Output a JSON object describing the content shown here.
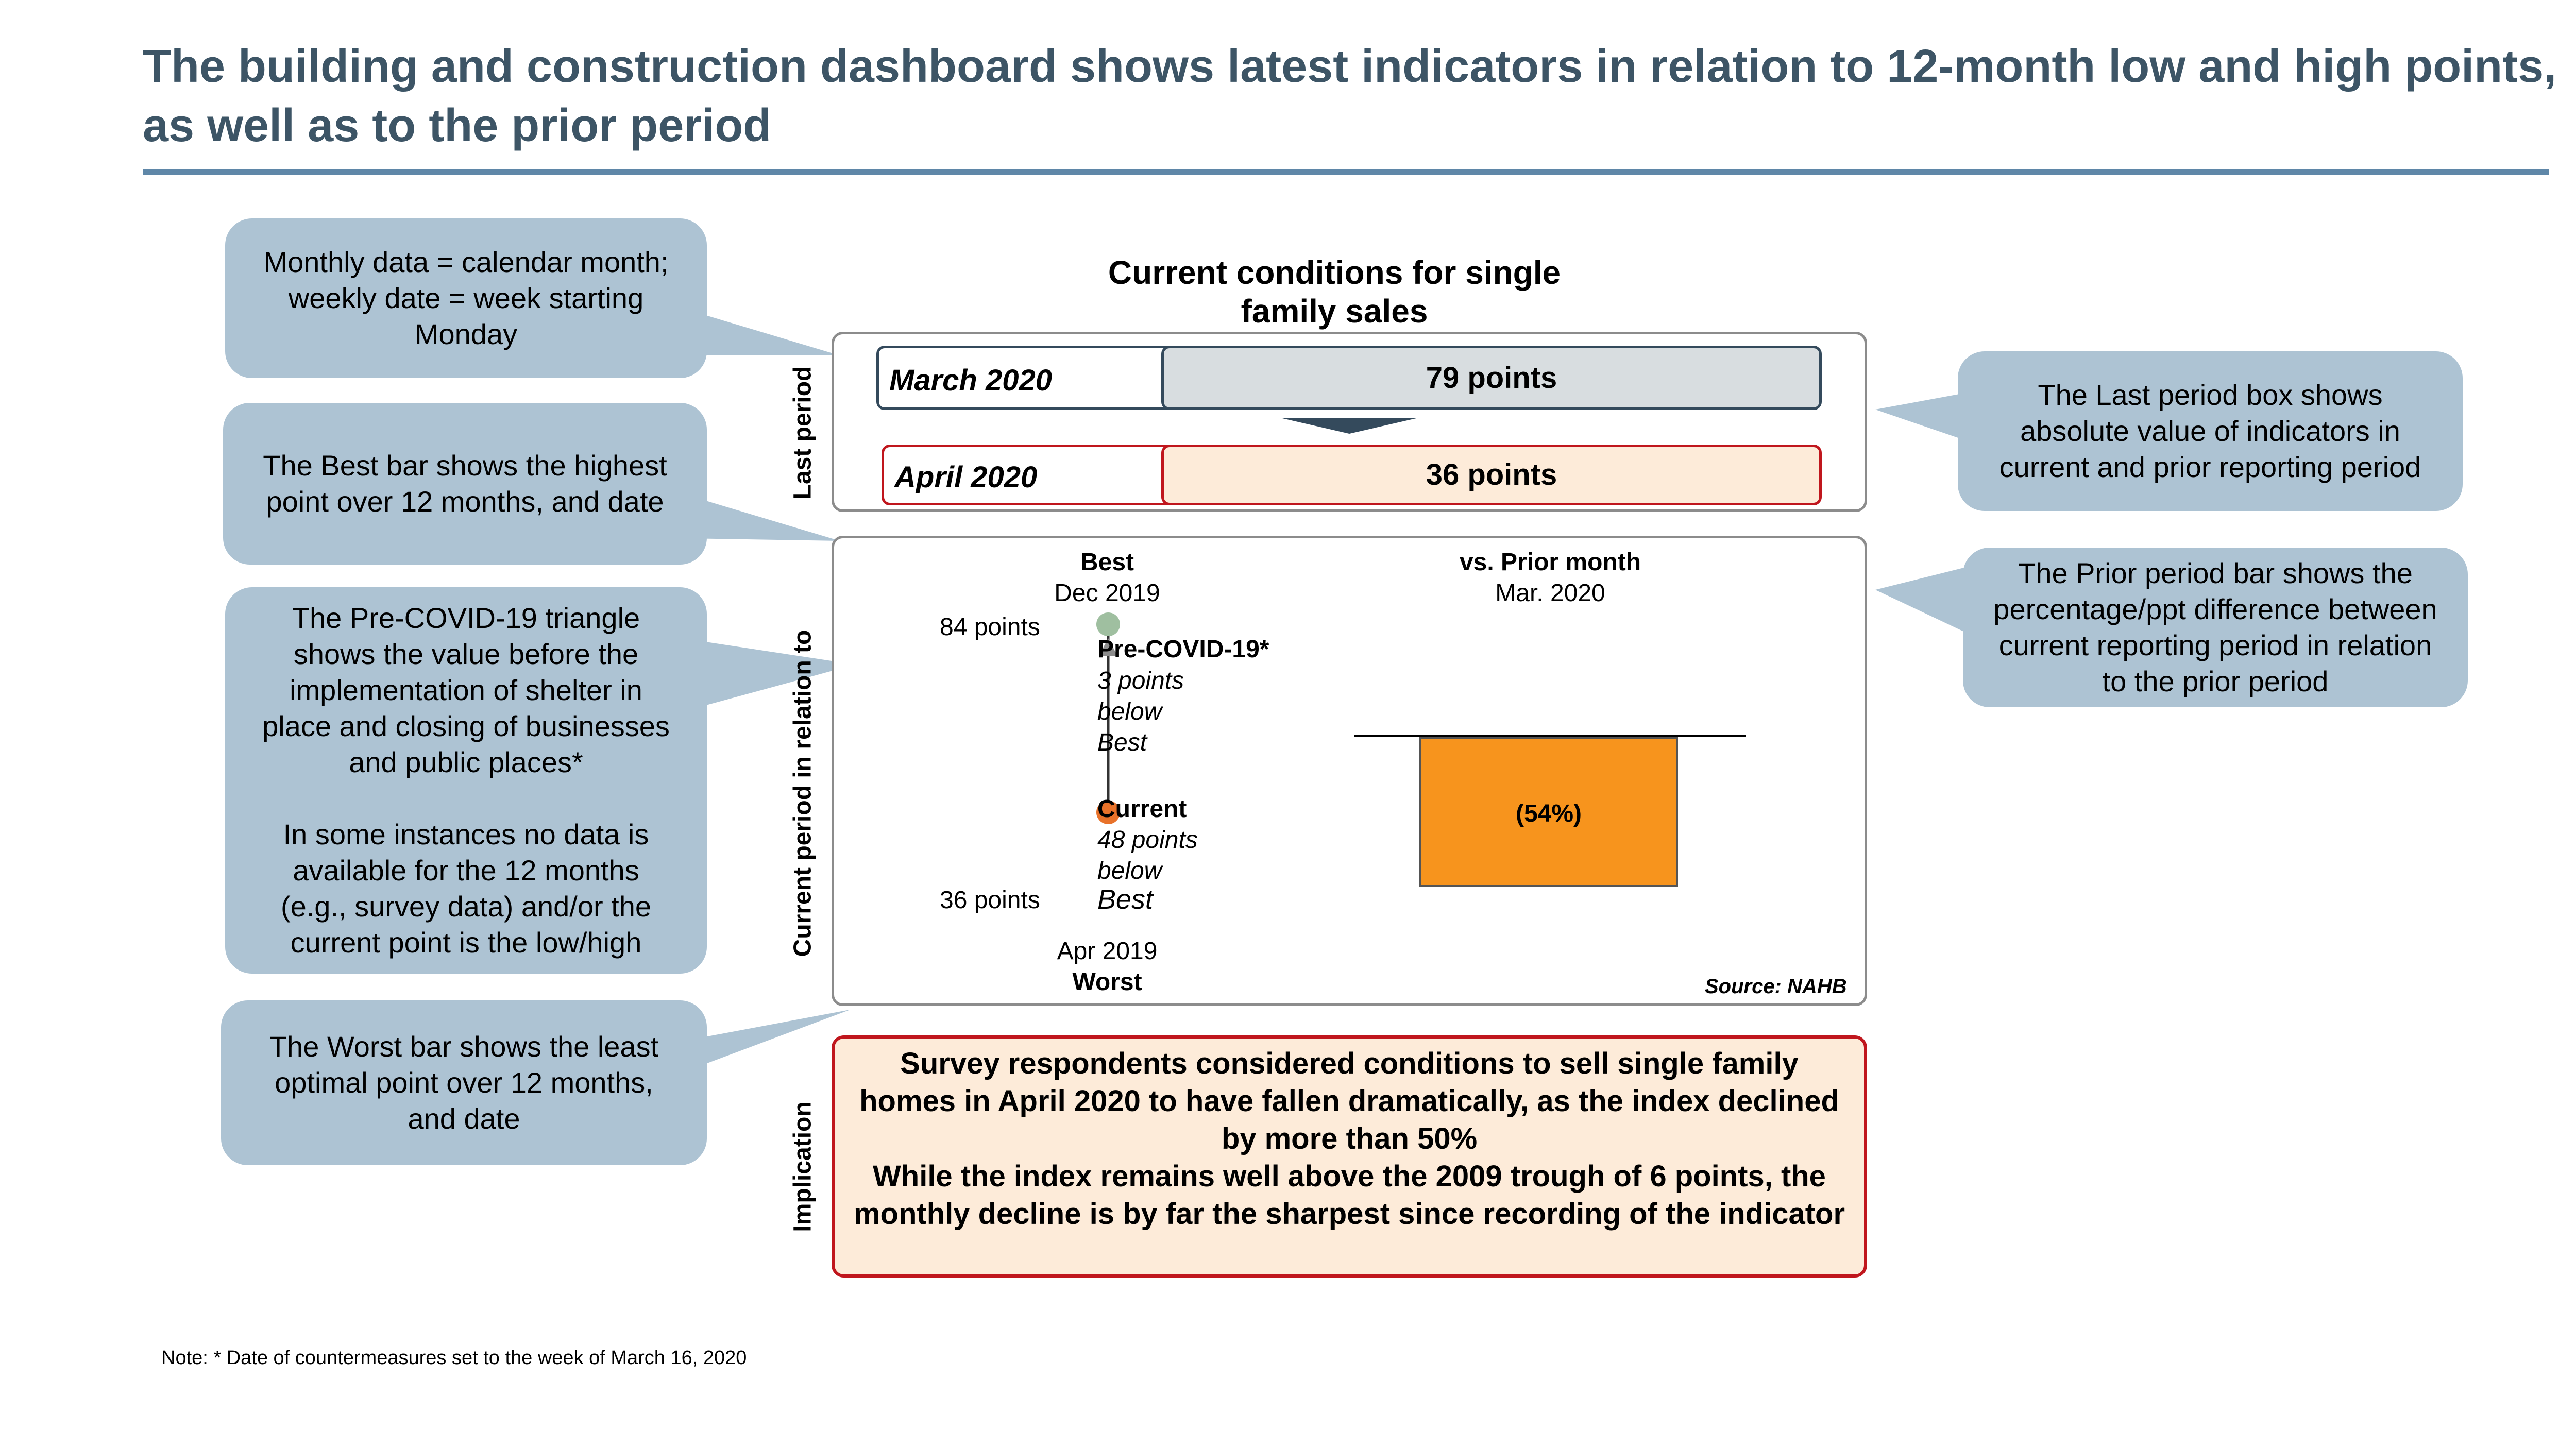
{
  "title": "The building and construction dashboard shows latest indicators in relation to 12-month low and high points, as well as to the prior period",
  "colors": {
    "title": "#3d5566",
    "callout": "#adc3d3",
    "prior_box_fill": "#d8dde0",
    "current_box_fill": "#fdebd9",
    "current_box_border": "#c0161d",
    "best_marker": "#9fbfa0",
    "current_marker": "#e8722a",
    "change_bar": "#f7941d",
    "arrow": "#344a5c"
  },
  "callouts": {
    "monthly": "Monthly data = calendar month;\nweekly date = week starting\nMonday",
    "best": "The Best bar shows the highest\npoint over 12 months, and date",
    "precovid": "The Pre-COVID-19 triangle\nshows the value before the\nimplementation of shelter in\nplace and closing of businesses\nand public places*\n\nIn some instances no data is\navailable for the 12 months\n(e.g., survey data) and/or the\ncurrent point is the low/high",
    "worst": "The Worst bar shows the least\noptimal point over 12 months,\nand date",
    "last_period": "The Last period box shows\nabsolute value of indicators in\ncurrent and prior reporting period",
    "prior_period": "The Prior period bar shows the\npercentage/ppt difference between\ncurrent reporting period in relation\nto the prior period"
  },
  "panel": {
    "title": "Current conditions for single\nfamily sales",
    "side_labels": {
      "last_period": "Last period",
      "current_period": "Current period in relation to",
      "implication": "Implication"
    },
    "last_period": {
      "prior": {
        "date": "March 2020",
        "value": "79 points"
      },
      "current": {
        "date": "April 2020",
        "value": "36 points"
      }
    },
    "range": {
      "best_header": "Best",
      "best_date": "Dec 2019",
      "best_value": "84 points",
      "precovid_label": "Pre-COVID-19*",
      "precovid_line1": "3 points",
      "precovid_line2": "below",
      "precovid_line3": "Best",
      "current_label": "Current",
      "current_line1": "48 points",
      "current_line2": "below",
      "current_line3": "Best",
      "worst_value": "36 points",
      "worst_date": "Apr 2019",
      "worst_header": "Worst"
    },
    "prior": {
      "header": "vs. Prior month",
      "date": "Mar. 2020",
      "change_label": "(54%)",
      "change_value": -54
    },
    "source": "Source: NAHB",
    "implication": [
      "Survey respondents considered conditions to sell single family homes in April 2020 to have fallen dramatically, as the index declined by more than 50%",
      "While the index remains well above the 2009 trough of 6 points, the monthly decline is by far the sharpest since recording of the indicator"
    ]
  },
  "note": "Note: * Date of countermeasures set to the week of March 16, 2020"
}
